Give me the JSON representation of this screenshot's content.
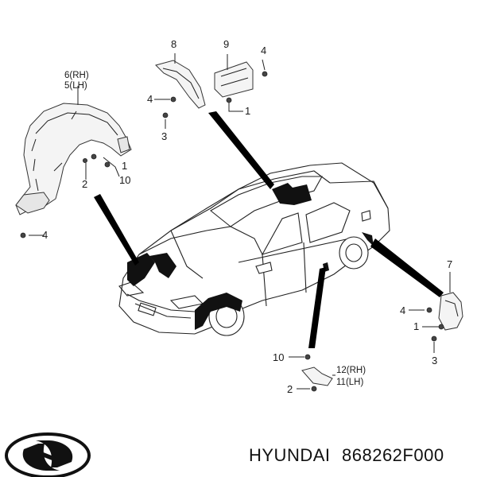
{
  "callouts": {
    "c1": "1",
    "c2": "2",
    "c3": "3",
    "c4": "4",
    "c5": "5(LH)",
    "c6": "6(RH)",
    "c7": "7",
    "c8": "8",
    "c9": "9",
    "c10": "10",
    "c11": "11(LH)",
    "c12": "12(RH)"
  },
  "footer": {
    "brand": "HYUNDAI",
    "part_number": "868262F000"
  },
  "logo": {
    "name": "hyundai-logo",
    "lettering": "H"
  }
}
